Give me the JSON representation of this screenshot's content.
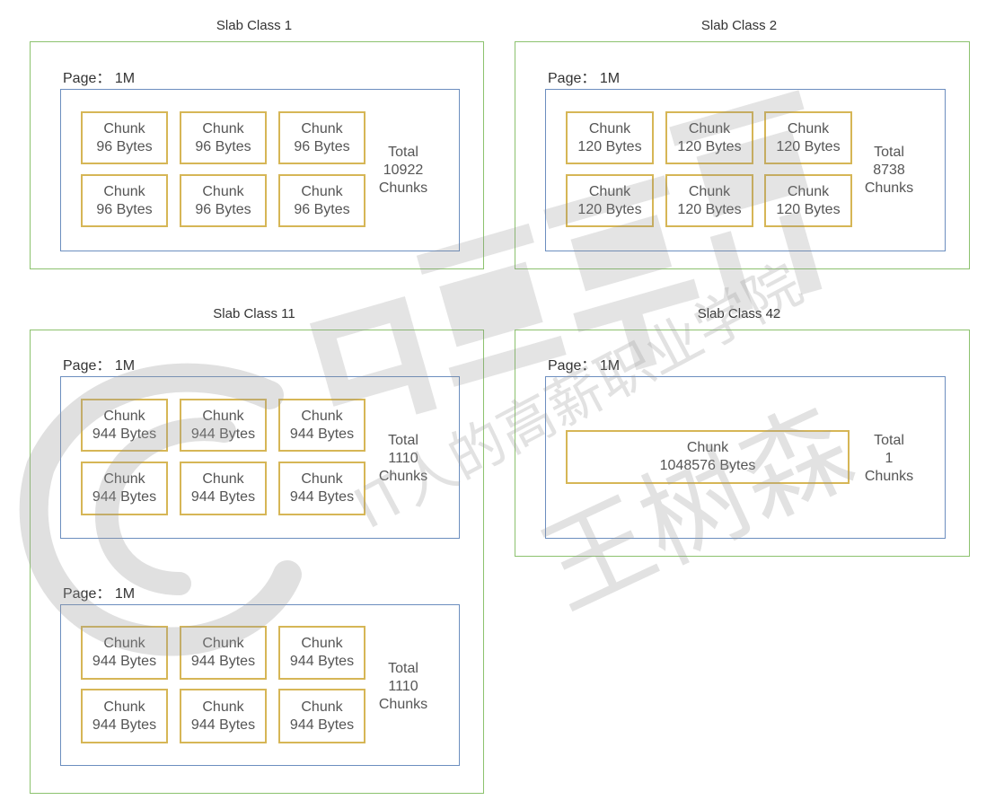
{
  "slab_classes": [
    {
      "title": "Slab Class 1",
      "pages": [
        {
          "label": "Page： 1M",
          "chunks": [
            {
              "name": "Chunk",
              "size": "96 Bytes"
            },
            {
              "name": "Chunk",
              "size": "96 Bytes"
            },
            {
              "name": "Chunk",
              "size": "96 Bytes"
            },
            {
              "name": "Chunk",
              "size": "96 Bytes"
            },
            {
              "name": "Chunk",
              "size": "96 Bytes"
            },
            {
              "name": "Chunk",
              "size": "96 Bytes"
            }
          ],
          "total": {
            "line1": "Total",
            "line2": "10922",
            "line3": "Chunks"
          }
        }
      ]
    },
    {
      "title": "Slab Class 2",
      "pages": [
        {
          "label": "Page： 1M",
          "chunks": [
            {
              "name": "Chunk",
              "size": "120 Bytes"
            },
            {
              "name": "Chunk",
              "size": "120 Bytes"
            },
            {
              "name": "Chunk",
              "size": "120 Bytes"
            },
            {
              "name": "Chunk",
              "size": "120 Bytes"
            },
            {
              "name": "Chunk",
              "size": "120 Bytes"
            },
            {
              "name": "Chunk",
              "size": "120 Bytes"
            }
          ],
          "total": {
            "line1": "Total",
            "line2": "8738",
            "line3": "Chunks"
          }
        }
      ]
    },
    {
      "title": "Slab Class 11",
      "pages": [
        {
          "label": "Page： 1M",
          "chunks": [
            {
              "name": "Chunk",
              "size": "944 Bytes"
            },
            {
              "name": "Chunk",
              "size": "944 Bytes"
            },
            {
              "name": "Chunk",
              "size": "944 Bytes"
            },
            {
              "name": "Chunk",
              "size": "944 Bytes"
            },
            {
              "name": "Chunk",
              "size": "944 Bytes"
            },
            {
              "name": "Chunk",
              "size": "944 Bytes"
            }
          ],
          "total": {
            "line1": "Total",
            "line2": "1110",
            "line3": "Chunks"
          }
        },
        {
          "label": "Page： 1M",
          "chunks": [
            {
              "name": "Chunk",
              "size": "944 Bytes"
            },
            {
              "name": "Chunk",
              "size": "944 Bytes"
            },
            {
              "name": "Chunk",
              "size": "944 Bytes"
            },
            {
              "name": "Chunk",
              "size": "944 Bytes"
            },
            {
              "name": "Chunk",
              "size": "944 Bytes"
            },
            {
              "name": "Chunk",
              "size": "944 Bytes"
            }
          ],
          "total": {
            "line1": "Total",
            "line2": "1110",
            "line3": "Chunks"
          }
        }
      ]
    },
    {
      "title": "Slab Class 42",
      "pages": [
        {
          "label": "Page： 1M",
          "chunks": [
            {
              "name": "Chunk",
              "size": "1048576 Bytes"
            }
          ],
          "total": {
            "line1": "Total",
            "line2": "1",
            "line3": "Chunks"
          }
        }
      ]
    }
  ],
  "watermark": {
    "text_line1": "IT人的高薪职业学院",
    "text_line2": "王树森",
    "color": "#b4b4b4"
  }
}
